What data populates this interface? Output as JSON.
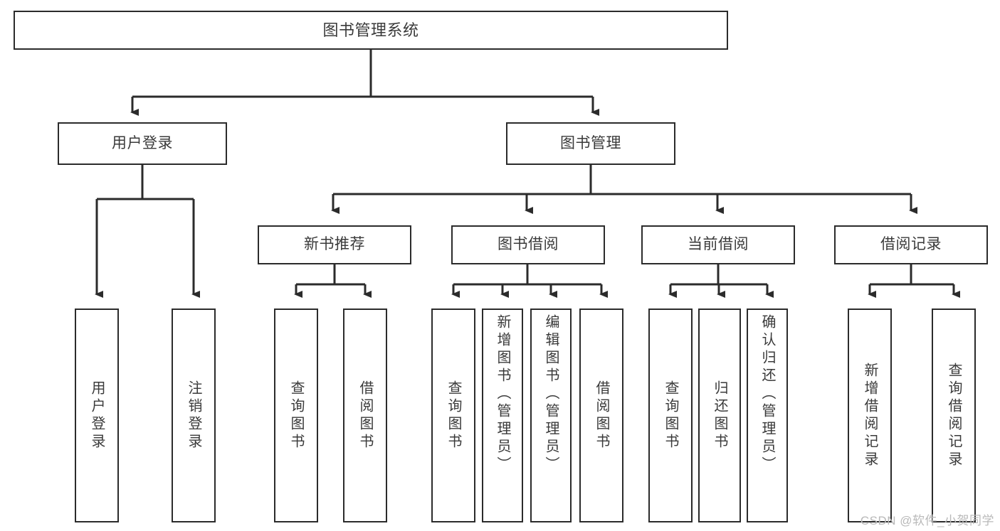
{
  "diagram": {
    "type": "hierarchy-tree",
    "title": "图书管理系统",
    "levels": 4,
    "root": {
      "id": "root",
      "label": "图书管理系统"
    },
    "level2": [
      {
        "id": "user-login",
        "label": "用户登录"
      },
      {
        "id": "book-manage",
        "label": "图书管理"
      }
    ],
    "level3": [
      {
        "id": "new-book-recommend",
        "label": "新书推荐",
        "parent": "book-manage"
      },
      {
        "id": "book-borrow",
        "label": "图书借阅",
        "parent": "book-manage"
      },
      {
        "id": "current-borrow",
        "label": "当前借阅",
        "parent": "book-manage"
      },
      {
        "id": "borrow-record",
        "label": "借阅记录",
        "parent": "book-manage"
      }
    ],
    "leaves": [
      {
        "id": "leaf-user-login",
        "label": "用户登录",
        "parent": "user-login"
      },
      {
        "id": "leaf-logout-login",
        "label": "注销登录",
        "parent": "user-login"
      },
      {
        "id": "leaf-query-book-1",
        "label": "查询图书",
        "parent": "new-book-recommend"
      },
      {
        "id": "leaf-borrow-book-1",
        "label": "借阅图书",
        "parent": "new-book-recommend"
      },
      {
        "id": "leaf-query-book-2",
        "label": "查询图书",
        "parent": "book-borrow"
      },
      {
        "id": "leaf-add-book",
        "label": "新增图书（管理员）",
        "parent": "book-borrow"
      },
      {
        "id": "leaf-edit-book",
        "label": "编辑图书（管理员）",
        "parent": "book-borrow"
      },
      {
        "id": "leaf-borrow-book-2",
        "label": "借阅图书",
        "parent": "book-borrow"
      },
      {
        "id": "leaf-query-book-3",
        "label": "查询图书",
        "parent": "current-borrow"
      },
      {
        "id": "leaf-return-book",
        "label": "归还图书",
        "parent": "current-borrow"
      },
      {
        "id": "leaf-confirm-return",
        "label": "确认归还（管理员）",
        "parent": "current-borrow"
      },
      {
        "id": "leaf-add-record",
        "label": "新增借阅记录",
        "parent": "borrow-record"
      },
      {
        "id": "leaf-query-record",
        "label": "查询借阅记录",
        "parent": "borrow-record"
      }
    ],
    "colors": {
      "stroke": "#2b2b2b",
      "fill": "#ffffff",
      "text": "#3a3a3a",
      "watermark": "#b9b9b9"
    }
  },
  "watermark": {
    "text": "CSDN @软件_小贺同学"
  }
}
